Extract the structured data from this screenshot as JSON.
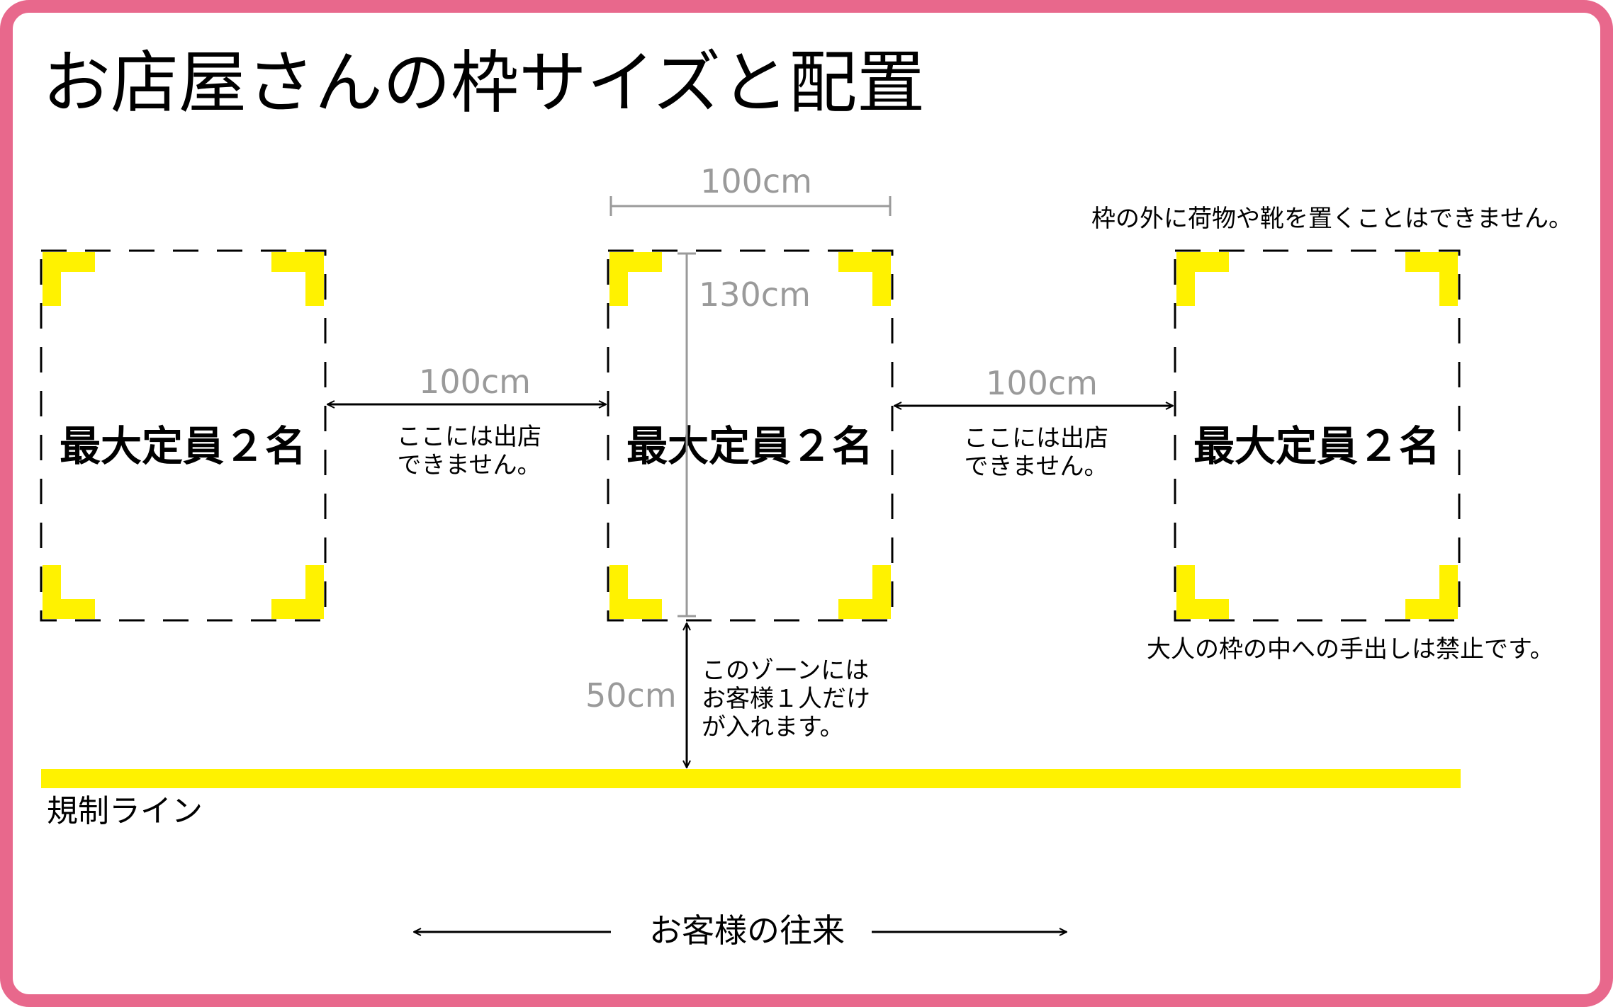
{
  "title": "お店屋さんの枠サイズと配置",
  "colors": {
    "border": "#e8688c",
    "yellow": "#fff200",
    "dim_gray": "#9a9a9a",
    "black": "#000000"
  },
  "booths": [
    {
      "capacity_label": "最大定員２名"
    },
    {
      "capacity_label": "最大定員２名"
    },
    {
      "capacity_label": "最大定員２名"
    }
  ],
  "dimensions": {
    "booth_width": "100cm",
    "booth_depth": "130cm",
    "gap_left": "100cm",
    "gap_right": "100cm",
    "zone_depth": "50cm"
  },
  "notes": {
    "gap_left_line1": "ここには出店",
    "gap_left_line2": "できません。",
    "gap_right_line1": "ここには出店",
    "gap_right_line2": "できません。",
    "outside_frame": "枠の外に荷物や靴を置くことはできません。",
    "adult_hands": "大人の枠の中への手出しは禁止です。",
    "zone_line1": "このゾーンには",
    "zone_line2": "お客様１人だけ",
    "zone_line3": "が入れます。"
  },
  "regulation_line_label": "規制ライン",
  "customer_flow_label": "お客様の往来"
}
